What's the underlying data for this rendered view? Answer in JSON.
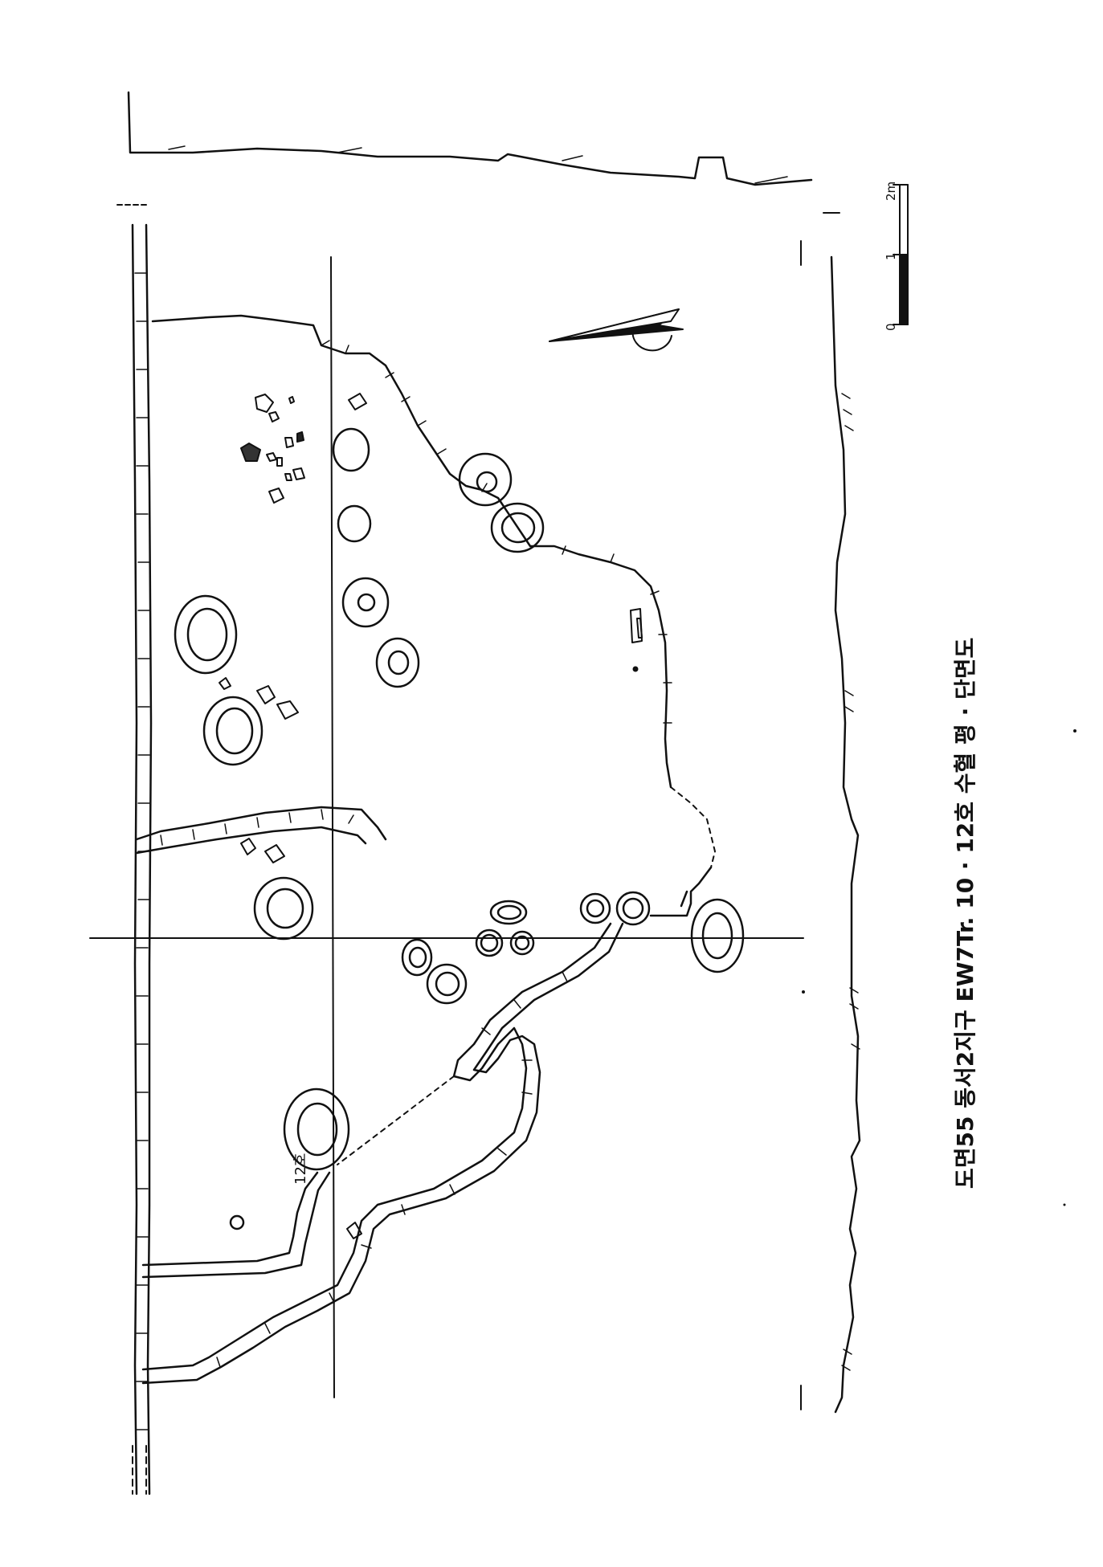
{
  "figure": {
    "caption": "도면55 동서2지구 EW7Tr. 10 · 12호 수혈 평 · 단면도",
    "feature_label": "12호"
  },
  "scale_bar": {
    "ticks": [
      "0",
      "1",
      "2m"
    ]
  }
}
